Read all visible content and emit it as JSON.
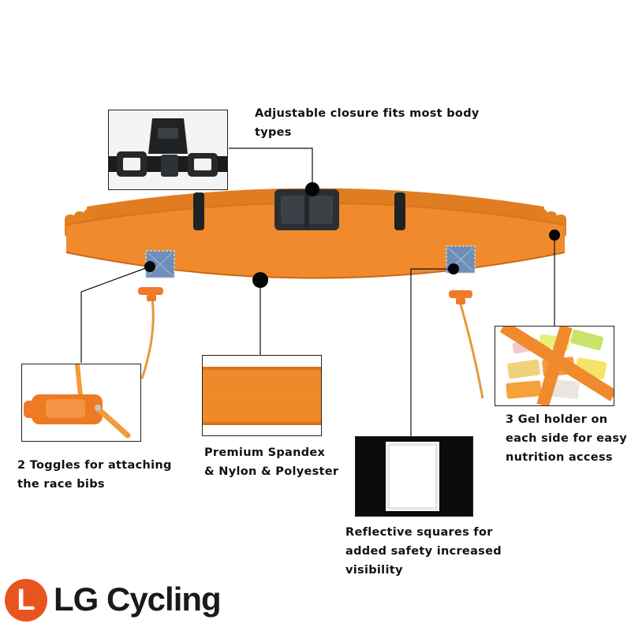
{
  "features": {
    "closure": {
      "lines": [
        "Adjustable closure fits most body",
        "types"
      ]
    },
    "toggles": {
      "lines": [
        "2 Toggles for attaching",
        "the race bibs"
      ]
    },
    "material": {
      "lines": [
        "Premium Spandex",
        "& Nylon & Polyester"
      ]
    },
    "reflective": {
      "lines": [
        "Reflective squares for",
        "added safety increased",
        "visibility"
      ]
    },
    "gel": {
      "lines": [
        "3 Gel holder on",
        "each side for easy",
        "nutrition access"
      ]
    }
  },
  "brand": {
    "badge": "L",
    "name": "LG Cycling"
  },
  "colors": {
    "belt": "#f08a2c",
    "belt_dark": "#d8741c",
    "reflective_patch": "#6f8fb8",
    "buckle": "#2a2f33",
    "brand_accent": "#e8541e"
  },
  "icons": [
    "buckle-photo",
    "toggle-photo",
    "fabric-photo",
    "reflective-photo",
    "gel-photo"
  ]
}
